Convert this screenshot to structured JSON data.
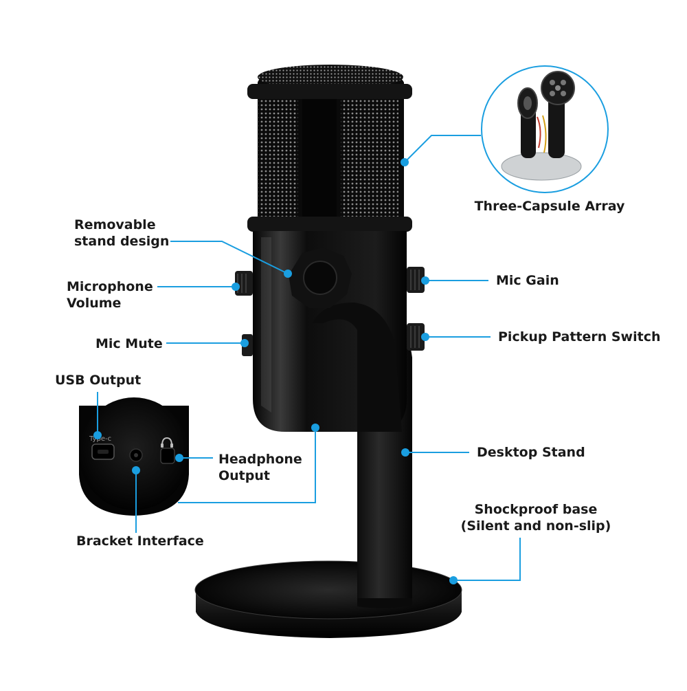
{
  "colors": {
    "accent": "#1a9ee0",
    "product_body": "#0b0b0b",
    "product_highlight": "#4a4a4a",
    "text": "#1a1a1a"
  },
  "callouts": {
    "three_capsule_array": "Three-Capsule Array",
    "removable_stand_line1": "Removable",
    "removable_stand_line2": "stand design",
    "microphone_volume_line1": "Microphone",
    "microphone_volume_line2": "Volume",
    "mic_mute": "Mic Mute",
    "usb_output": "USB Output",
    "headphone_output_line1": "Headphone",
    "headphone_output_line2": "Output",
    "bracket_interface": "Bracket Interface",
    "mic_gain": "Mic Gain",
    "pickup_pattern_switch": "Pickup Pattern Switch",
    "desktop_stand": "Desktop Stand",
    "shockproof_base_line1": "Shockproof base",
    "shockproof_base_line2": "(Silent and non-slip)"
  },
  "port_labels": {
    "type_c": "Type-c"
  },
  "icons": [
    "headphone-icon"
  ]
}
